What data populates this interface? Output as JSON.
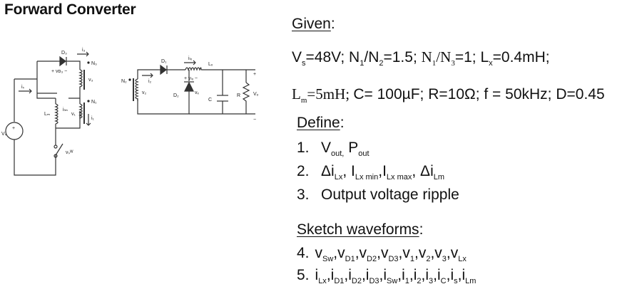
{
  "slide": {
    "title": "Forward Converter"
  },
  "given": {
    "heading": "Given",
    "colon": ":",
    "line1": {
      "vs": "V",
      "vs_sub": "s",
      "vs_val": "=48V; ",
      "n1a": "N",
      "n1a_sub": "1",
      "slash1": "/",
      "n2": "N",
      "n2_sub": "2",
      "ratio1": "=1.5; ",
      "n1b": "N",
      "n1b_sub": "1",
      "slash2": "/",
      "n3": "N",
      "n3_sub": "3",
      "ratio2": "=1; ",
      "lx": "L",
      "lx_sub": "x",
      "lx_val": "=0.4mH;"
    },
    "line2": {
      "lm": "L",
      "lm_sub": "m",
      "lm_val": "=5mH; ",
      "rest": "C= 100µF; R=10Ω; f = 50kHz; D=0.45"
    }
  },
  "define": {
    "heading": "Define",
    "colon": ":",
    "item1": {
      "num": "1.",
      "v": "V",
      "v_sub": "out,",
      "p": " P",
      "p_sub": "out"
    },
    "item2": {
      "num": "2.",
      "a": "Δi",
      "a_sub": "Lx",
      "b": ", I",
      "b_sub": "Lx min",
      "c": ",I",
      "c_sub": "Lx max",
      "d": ", Δi",
      "d_sub": "Lm"
    },
    "item3": {
      "num": "3.",
      "text": "Output voltage ripple"
    }
  },
  "sketch": {
    "heading": "Sketch waveforms",
    "colon": ":",
    "item4": {
      "num": "4.",
      "parts": [
        [
          "v",
          "Sw"
        ],
        [
          ",v",
          "D1"
        ],
        [
          ",v",
          "D2"
        ],
        [
          ",v",
          "D3"
        ],
        [
          ",v",
          "1"
        ],
        [
          ",v",
          "2"
        ],
        [
          ",v",
          "3"
        ],
        [
          ",v",
          "Lx"
        ]
      ]
    },
    "item5": {
      "num": "5.",
      "parts": [
        [
          "i",
          "Lx"
        ],
        [
          ",i",
          "D1"
        ],
        [
          ",i",
          "D2"
        ],
        [
          ",i",
          "D3"
        ],
        [
          ",i",
          "Sw"
        ],
        [
          ",i",
          "1"
        ],
        [
          ",i",
          "2"
        ],
        [
          ",i",
          "3"
        ],
        [
          ",i",
          "C"
        ],
        [
          ",i",
          "s"
        ],
        [
          ",i",
          "Lm"
        ]
      ]
    }
  },
  "circuit": {
    "labels": {
      "d3": "D₃",
      "i3": "i₃",
      "vd3": "+ vᴅ₃ −",
      "n3": "N₃",
      "v3": "v₃",
      "is": "iₛ",
      "n1": "N₁",
      "lm": "Lₘ",
      "ilm": "iₗₘ",
      "v1": "v₁",
      "i1": "i₁",
      "vs": "Vₛ",
      "vsw": "vₛᵂ",
      "n2": "N₂",
      "d1": "D₁",
      "i2": "i₂",
      "v2": "v₂",
      "d2": "D₂",
      "vx": "vₓ",
      "ilx": "iₗₓ",
      "lx": "Lₓ",
      "vlx": "+ vₗₓ −",
      "c": "C",
      "r": "R",
      "vo": "Vₒ",
      "plus": "+",
      "minus": "−"
    }
  }
}
